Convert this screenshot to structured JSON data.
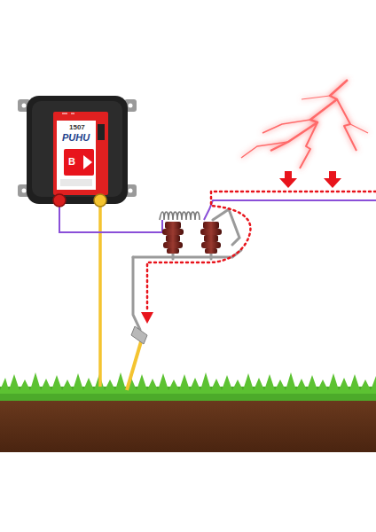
{
  "diagram": {
    "labels": [
      "1507",
      "PUHU",
      "B"
    ]
  }
}
